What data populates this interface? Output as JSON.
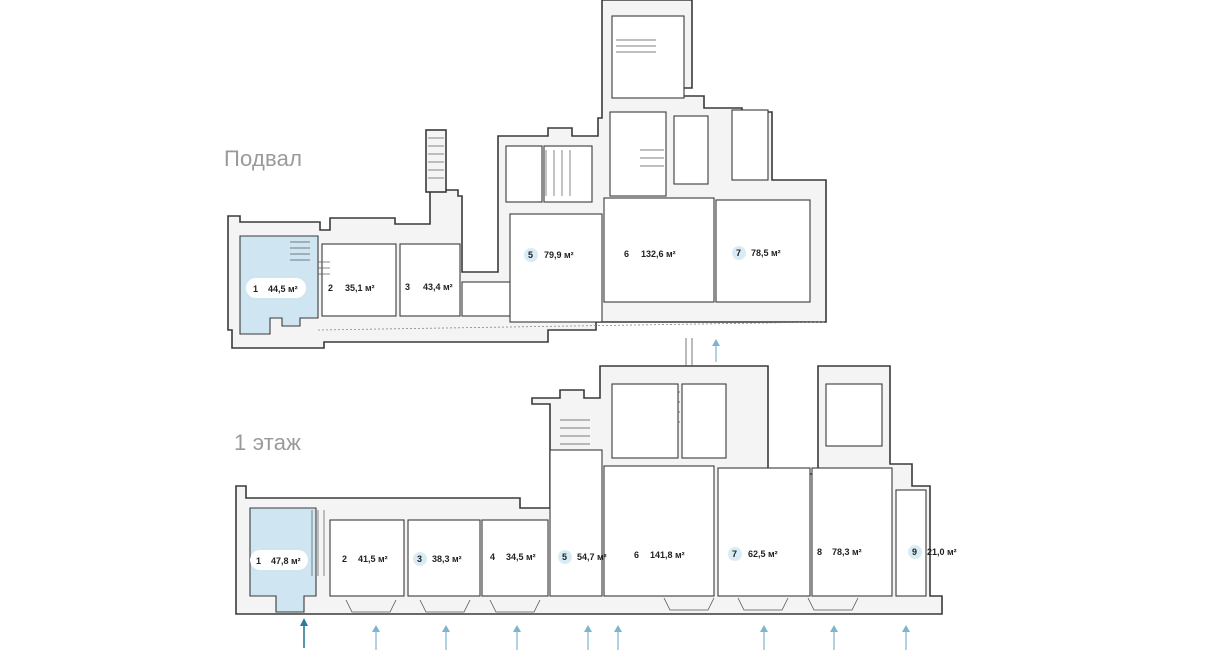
{
  "floors": [
    {
      "title": "Подвал",
      "rooms": [
        {
          "num": "1",
          "area": "44,5 м²",
          "selected": true
        },
        {
          "num": "2",
          "area": "35,1 м²",
          "selected": false
        },
        {
          "num": "3",
          "area": "43,4 м²",
          "selected": false
        },
        {
          "num": "5",
          "area": "79,9 м²",
          "selected": false
        },
        {
          "num": "6",
          "area": "132,6 м²",
          "selected": false
        },
        {
          "num": "7",
          "area": "78,5 м²",
          "selected": false
        }
      ]
    },
    {
      "title": "1 этаж",
      "rooms": [
        {
          "num": "1",
          "area": "47,8 м²",
          "selected": true
        },
        {
          "num": "2",
          "area": "41,5 м²",
          "selected": false
        },
        {
          "num": "3",
          "area": "38,3 м²",
          "selected": false
        },
        {
          "num": "4",
          "area": "34,5 м²",
          "selected": false
        },
        {
          "num": "5",
          "area": "54,7 м²",
          "selected": false
        },
        {
          "num": "6",
          "area": "141,8 м²",
          "selected": false
        },
        {
          "num": "7",
          "area": "62,5 м²",
          "selected": false
        },
        {
          "num": "8",
          "area": "78,3 м²",
          "selected": false
        },
        {
          "num": "9",
          "area": "21,0 м²",
          "selected": false
        }
      ]
    }
  ],
  "colors": {
    "selected_room": "#cfe6f2",
    "badge": "#d8ecf6",
    "entrance_arrow": "#7fb3cf",
    "entrance_arrow_active": "#2b7c9c"
  }
}
